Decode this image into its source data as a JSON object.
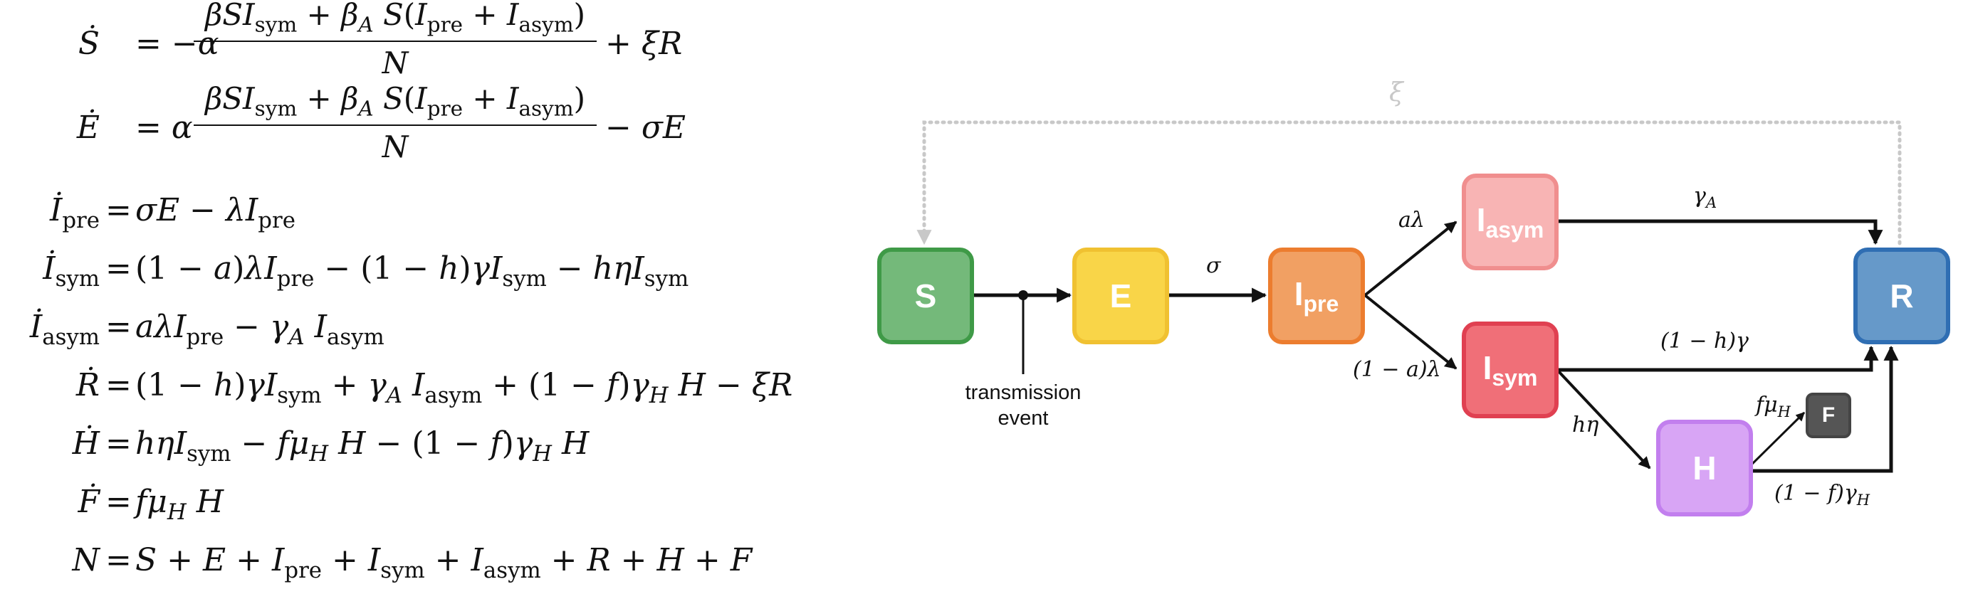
{
  "equations": [
    {
      "id": "S",
      "lhs": "Ṡ",
      "pre": "= −α",
      "numerator": "βSI_sym + β_A S(I_pre + I_asym)",
      "denominator": "N",
      "post": "+ ξR"
    },
    {
      "id": "E",
      "lhs": "Ė",
      "pre": "= α",
      "numerator": "βSI_sym + β_A S(I_pre + I_asym)",
      "denominator": "N",
      "post": "− σE"
    },
    {
      "id": "Ipre",
      "lhs": "İ_pre",
      "rhs": "σE − λI_pre"
    },
    {
      "id": "Isym",
      "lhs": "İ_sym",
      "rhs": "(1 − a)λI_pre − (1 − h)γI_sym − hηI_sym"
    },
    {
      "id": "Iasym",
      "lhs": "İ_asym",
      "rhs": "aλI_pre − γ_A I_asym"
    },
    {
      "id": "R",
      "lhs": "Ṙ",
      "rhs": "(1 − h)γI_sym + γ_A I_asym + (1 − f)γ_H H − ξR"
    },
    {
      "id": "H",
      "lhs": "Ḣ",
      "rhs": "hηI_sym − fμ_H H − (1 − f)γ_H H"
    },
    {
      "id": "F",
      "lhs": "Ḟ",
      "rhs": "fμ_H H"
    },
    {
      "id": "N",
      "lhs": "N",
      "rhs": "S + E + I_pre + I_sym + I_asym + R + H + F"
    }
  ],
  "diagram": {
    "nodes": {
      "S": {
        "label": "S",
        "sub": "",
        "fill": "#74b97a",
        "border": "#3f9a47"
      },
      "E": {
        "label": "E",
        "sub": "",
        "fill": "#f9d548",
        "border": "#f0c131"
      },
      "Ipre": {
        "label": "I",
        "sub": "pre",
        "fill": "#f1a063",
        "border": "#ec7d2f"
      },
      "Iasym": {
        "label": "I",
        "sub": "asym",
        "fill": "#f8b4b4",
        "border": "#f08e8e"
      },
      "Isym": {
        "label": "I",
        "sub": "sym",
        "fill": "#f06f78",
        "border": "#e04051"
      },
      "H": {
        "label": "H",
        "sub": "",
        "fill": "#d8a5f5",
        "border": "#c27fee"
      },
      "F": {
        "label": "F",
        "sub": "",
        "fill": "#555555",
        "border": "#444444"
      },
      "R": {
        "label": "R",
        "sub": "",
        "fill": "#6699c9",
        "border": "#2f6eb3"
      }
    },
    "edge_labels": {
      "xi": "ξ",
      "sigma": "σ",
      "a_lambda": "aλ",
      "one_minus_a_lambda": "(1 − a)λ",
      "gamma_A": "γ_A",
      "one_minus_h_gamma": "(1 − h)γ",
      "h_eta": "hη",
      "f_mu_H": "fμ_H",
      "one_minus_f_gamma_H": "(1 − f)γ_H"
    },
    "transmission_caption": "transmission event"
  }
}
